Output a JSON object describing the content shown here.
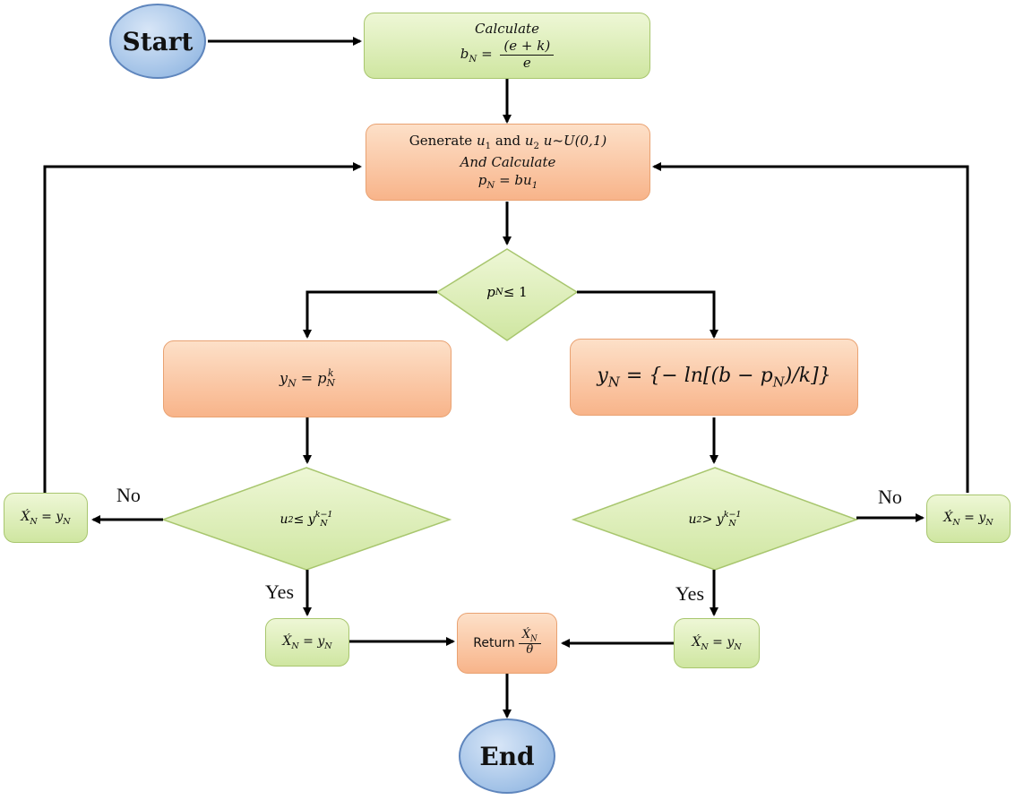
{
  "start": {
    "label": "Start"
  },
  "end": {
    "label": "End"
  },
  "calc_b": {
    "heading": "Calculate",
    "lhs": "b",
    "lhs_sub": "N",
    "eq": " = ",
    "numerator": "(e + k)",
    "denominator": "e"
  },
  "generate": {
    "line1_prefix": "Generate ",
    "u1": "u",
    "u1_sub": "1",
    "and_word": " and ",
    "u2": "u",
    "u2_sub": "2",
    "dist": " u~U(0,1)",
    "line2": "And Calculate",
    "p": "p",
    "p_sub": "N",
    "p_rhs": " = bu",
    "p_rhs_sub": "1"
  },
  "decision_p": {
    "var": "p",
    "sub": "N",
    "rest": " ≤ 1"
  },
  "yn_left": {
    "y": "y",
    "y_sub": "N",
    "eq": " = p",
    "p_sub": "N",
    "p_sup": "k"
  },
  "yn_right": {
    "y": "y",
    "y_sub": "N",
    "expr_a": " = {− ln[(b − p",
    "p_sub": "N",
    "expr_b": ")/k]}"
  },
  "decision_left": {
    "u": "u",
    "u_sub": "2",
    "op": " ≤ y",
    "y_sub": "N",
    "y_sup": "k−1"
  },
  "decision_right": {
    "u": "u",
    "u_sub": "2",
    "op": " > y",
    "y_sub": "N",
    "y_sup": "k−1"
  },
  "assign": {
    "x": "X́",
    "x_sub": "N",
    "eq": " = y",
    "y_sub": "N"
  },
  "return_box": {
    "word": "Return ",
    "num": "X́",
    "num_sub": "N",
    "den": "θ"
  },
  "labels": {
    "no": "No",
    "yes": "Yes"
  }
}
